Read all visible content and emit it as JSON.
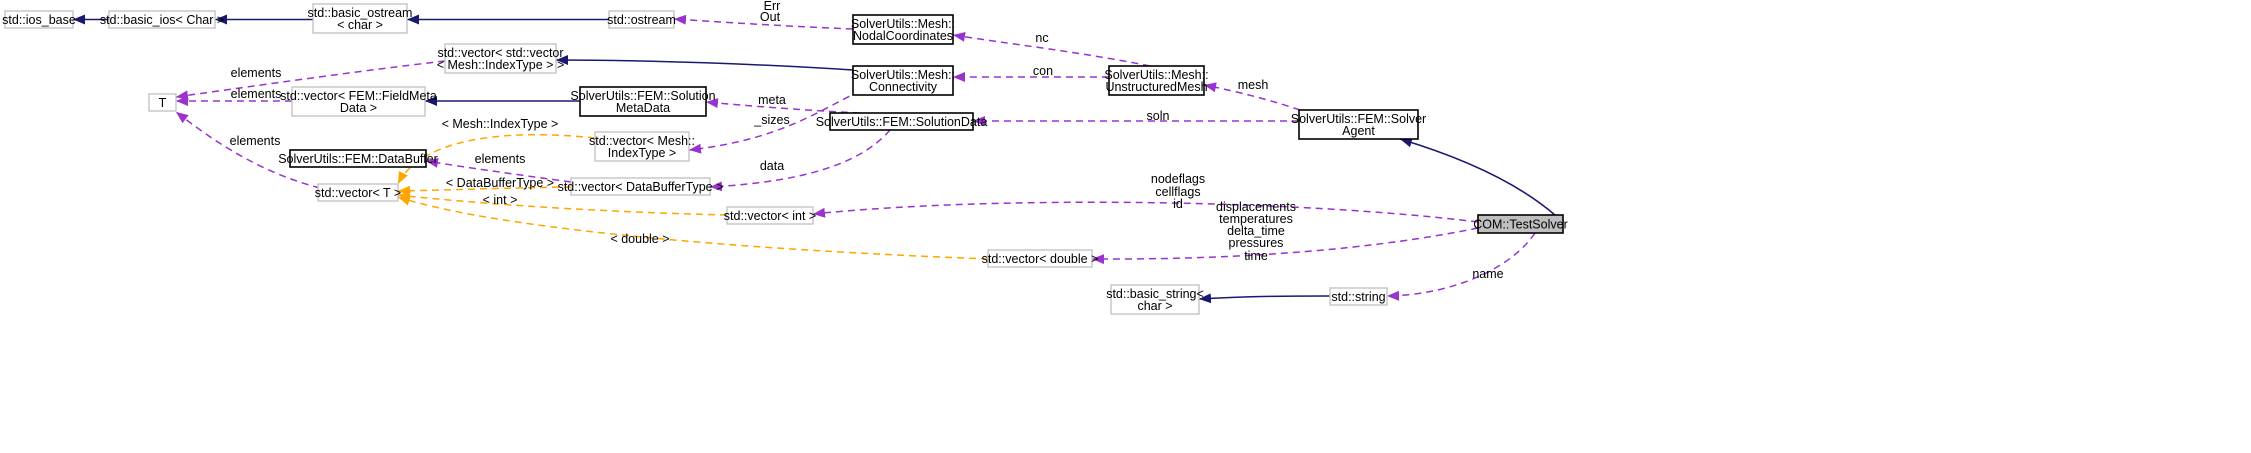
{
  "nodes": [
    {
      "id": "ios_base",
      "lines": [
        "std::ios_base"
      ],
      "style": "gray"
    },
    {
      "id": "basic_ios",
      "lines": [
        "std::basic_ios< Char >"
      ],
      "style": "gray"
    },
    {
      "id": "basic_ostream",
      "lines": [
        "std::basic_ostream",
        "< char >"
      ],
      "style": "gray"
    },
    {
      "id": "ostream",
      "lines": [
        "std::ostream"
      ],
      "style": "gray"
    },
    {
      "id": "nodal",
      "lines": [
        "SolverUtils::Mesh::",
        "NodalCoordinates"
      ],
      "style": "black"
    },
    {
      "id": "vec_vec_idx",
      "lines": [
        "std::vector< std::vector",
        "< Mesh::IndexType > >"
      ],
      "style": "gray"
    },
    {
      "id": "connectivity",
      "lines": [
        "SolverUtils::Mesh::",
        "Connectivity"
      ],
      "style": "black"
    },
    {
      "id": "umesh",
      "lines": [
        "SolverUtils::Mesh::",
        "UnstructuredMesh"
      ],
      "style": "black"
    },
    {
      "id": "T",
      "lines": [
        "T"
      ],
      "style": "gray"
    },
    {
      "id": "vec_fieldmeta",
      "lines": [
        "std::vector< FEM::FieldMeta",
        "Data >"
      ],
      "style": "gray"
    },
    {
      "id": "solmeta",
      "lines": [
        "SolverUtils::FEM::Solution",
        "MetaData"
      ],
      "style": "black"
    },
    {
      "id": "soldata",
      "lines": [
        "SolverUtils::FEM::SolutionData"
      ],
      "style": "black"
    },
    {
      "id": "agent",
      "lines": [
        "SolverUtils::FEM::Solver",
        "Agent"
      ],
      "style": "black"
    },
    {
      "id": "databuffer",
      "lines": [
        "SolverUtils::FEM::DataBuffer"
      ],
      "style": "black"
    },
    {
      "id": "vec_idx",
      "lines": [
        "std::vector< Mesh::",
        "IndexType >"
      ],
      "style": "gray"
    },
    {
      "id": "vec_T",
      "lines": [
        "std::vector< T >"
      ],
      "style": "gray"
    },
    {
      "id": "vec_dbt",
      "lines": [
        "std::vector< DataBufferType >"
      ],
      "style": "gray"
    },
    {
      "id": "vec_int",
      "lines": [
        "std::vector< int >"
      ],
      "style": "gray"
    },
    {
      "id": "testsolver",
      "lines": [
        "COM::TestSolver"
      ],
      "style": "focus"
    },
    {
      "id": "vec_double",
      "lines": [
        "std::vector< double >"
      ],
      "style": "gray"
    },
    {
      "id": "basic_string",
      "lines": [
        "std::basic_string<",
        "char >"
      ],
      "style": "gray"
    },
    {
      "id": "string",
      "lines": [
        "std::string"
      ],
      "style": "gray"
    }
  ],
  "edges": [
    {
      "id": "e1",
      "type": "inherit",
      "from": "basic_ios",
      "to": "ios_base",
      "labels": []
    },
    {
      "id": "e2",
      "type": "inherit",
      "from": "basic_ostream",
      "to": "basic_ios",
      "labels": []
    },
    {
      "id": "e3",
      "type": "inherit",
      "from": "ostream",
      "to": "basic_ostream",
      "labels": []
    },
    {
      "id": "e4",
      "type": "usage",
      "from": "umesh",
      "to": "nodal",
      "labels": [
        "nc"
      ]
    },
    {
      "id": "e5",
      "type": "usage",
      "from": "nodal",
      "to": "ostream",
      "labels": [
        "Err",
        "Out"
      ]
    },
    {
      "id": "e6",
      "type": "inherit",
      "from": "connectivity",
      "to": "vec_vec_idx",
      "labels": []
    },
    {
      "id": "e7",
      "type": "usage",
      "from": "umesh",
      "to": "connectivity",
      "labels": [
        "con"
      ]
    },
    {
      "id": "e8",
      "type": "usage",
      "from": "vec_vec_idx",
      "to": "T",
      "labels": [
        "elements"
      ]
    },
    {
      "id": "e9",
      "type": "usage",
      "from": "vec_fieldmeta",
      "to": "T",
      "labels": [
        "elements"
      ]
    },
    {
      "id": "e10",
      "type": "inherit",
      "from": "solmeta",
      "to": "vec_fieldmeta",
      "labels": []
    },
    {
      "id": "e11",
      "type": "usage",
      "from": "agent",
      "to": "umesh",
      "labels": [
        "mesh"
      ]
    },
    {
      "id": "e12",
      "type": "usage",
      "from": "soldata",
      "to": "solmeta",
      "labels": [
        "meta"
      ]
    },
    {
      "id": "e13",
      "type": "usage",
      "from": "agent",
      "to": "soldata",
      "labels": [
        "soln"
      ]
    },
    {
      "id": "e14",
      "type": "usage",
      "from": "connectivity",
      "to": "vec_idx",
      "labels": [
        "_sizes"
      ]
    },
    {
      "id": "e15",
      "type": "template",
      "from": "vec_idx",
      "to": "vec_T",
      "labels": [
        "< Mesh::IndexType >"
      ]
    },
    {
      "id": "e16",
      "type": "usage",
      "from": "vec_T",
      "to": "T",
      "labels": [
        "elements"
      ]
    },
    {
      "id": "e17",
      "type": "usage",
      "from": "vec_dbt",
      "to": "databuffer",
      "labels": [
        "elements"
      ]
    },
    {
      "id": "e18",
      "type": "template",
      "from": "vec_dbt",
      "to": "vec_T",
      "labels": [
        "< DataBufferType >"
      ]
    },
    {
      "id": "e19",
      "type": "usage",
      "from": "soldata",
      "to": "vec_dbt",
      "labels": [
        "data"
      ]
    },
    {
      "id": "e20",
      "type": "template",
      "from": "vec_int",
      "to": "vec_T",
      "labels": [
        "< int >"
      ]
    },
    {
      "id": "e21",
      "type": "template",
      "from": "vec_double",
      "to": "vec_T",
      "labels": [
        "< double >"
      ]
    },
    {
      "id": "e22",
      "type": "inherit",
      "from": "testsolver",
      "to": "agent",
      "labels": []
    },
    {
      "id": "e23",
      "type": "usage",
      "from": "testsolver",
      "to": "vec_int",
      "labels": [
        "nodeflags",
        "cellflags",
        "id"
      ]
    },
    {
      "id": "e24",
      "type": "usage",
      "from": "testsolver",
      "to": "vec_double",
      "labels": [
        "displacements",
        "temperatures",
        "delta_time",
        "pressures",
        "time"
      ]
    },
    {
      "id": "e25",
      "type": "usage",
      "from": "testsolver",
      "to": "string",
      "labels": [
        "name"
      ]
    },
    {
      "id": "e26",
      "type": "inherit",
      "from": "string",
      "to": "basic_string",
      "labels": []
    }
  ]
}
